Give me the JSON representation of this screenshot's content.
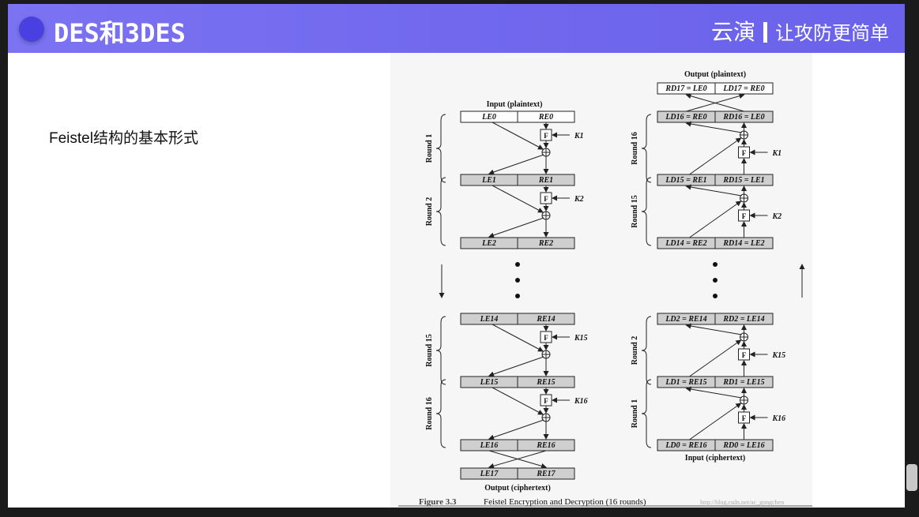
{
  "header": {
    "title": "DES和3DES",
    "brand": "云演",
    "slogan": "让攻防更简单"
  },
  "content": {
    "subtitle": "Feistel结构的基本形式"
  },
  "figure": {
    "enc": {
      "input_label": "Input (plaintext)",
      "output_label": "Output (ciphertext)",
      "rounds": [
        "Round 1",
        "Round 2",
        "Round 15",
        "Round 16"
      ],
      "rows": [
        {
          "l": "LE0",
          "r": "RE0"
        },
        {
          "l": "LE1",
          "r": "RE1"
        },
        {
          "l": "LE2",
          "r": "RE2"
        },
        {
          "l": "LE14",
          "r": "RE14"
        },
        {
          "l": "LE15",
          "r": "RE15"
        },
        {
          "l": "LE16",
          "r": "RE16"
        },
        {
          "l": "LE17",
          "r": "RE17"
        }
      ],
      "keys": [
        "K1",
        "K2",
        "K15",
        "K16"
      ]
    },
    "dec": {
      "output_label": "Output (plaintext)",
      "input_label": "Input (ciphertext)",
      "rounds": [
        "Round 16",
        "Round 15",
        "Round 2",
        "Round 1"
      ],
      "rows": [
        {
          "l": "RD17 = LE0",
          "r": "LD17 = RE0"
        },
        {
          "l": "LD16 = RE0",
          "r": "RD16 = LE0"
        },
        {
          "l": "LD15 = RE1",
          "r": "RD15 = LE1"
        },
        {
          "l": "LD14 = RE2",
          "r": "RD14 = LE2"
        },
        {
          "l": "LD2 = RE14",
          "r": "RD2 = LE14"
        },
        {
          "l": "LD1 = RE15",
          "r": "RD1 = LE15"
        },
        {
          "l": "LD0 = RE16",
          "r": "RD0 = LE16"
        }
      ],
      "keys": [
        "K1",
        "K2",
        "K15",
        "K16"
      ]
    },
    "f_label": "F",
    "caption_num": "Figure 3.3",
    "caption_text": "Feistel Encryption and Decryption (16 rounds)",
    "watermark": "http://blog.csdn.net/ac_gongchen"
  }
}
